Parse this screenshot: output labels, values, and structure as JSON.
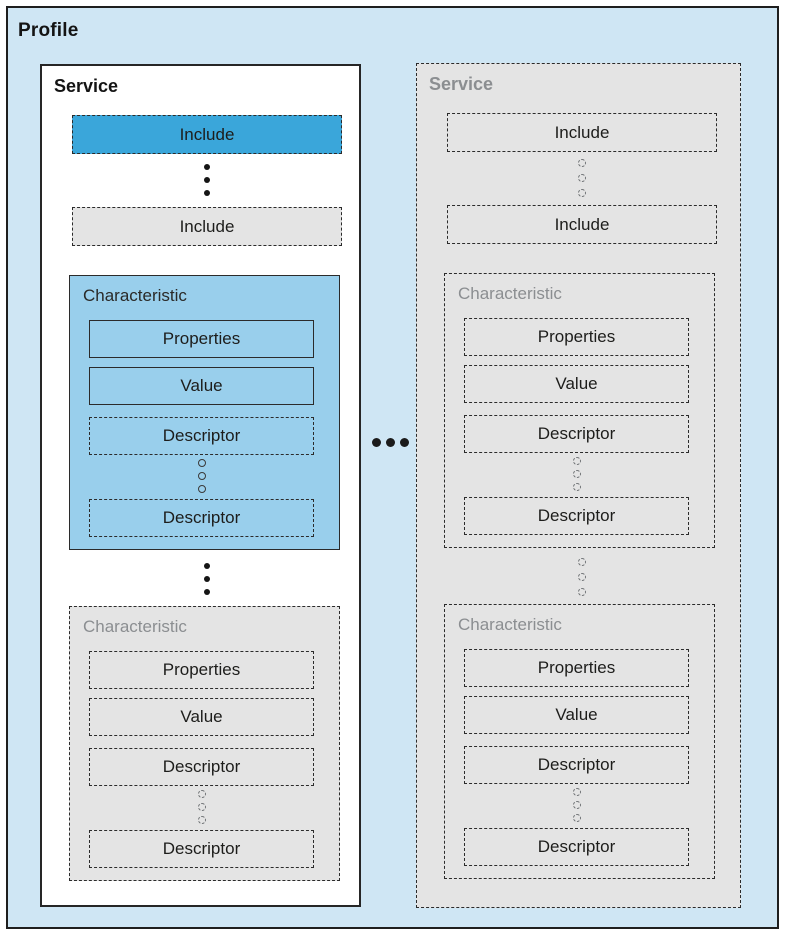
{
  "profile": {
    "label": "Profile"
  },
  "services": [
    {
      "label": "Service",
      "include_first": "Include",
      "include_last": "Include",
      "characteristics": [
        {
          "label": "Characteristic",
          "properties": "Properties",
          "value": "Value",
          "descriptor_first": "Descriptor",
          "descriptor_last": "Descriptor"
        },
        {
          "label": "Characteristic",
          "properties": "Properties",
          "value": "Value",
          "descriptor_first": "Descriptor",
          "descriptor_last": "Descriptor"
        }
      ]
    },
    {
      "label": "Service",
      "include_first": "Include",
      "include_last": "Include",
      "characteristics": [
        {
          "label": "Characteristic",
          "properties": "Properties",
          "value": "Value",
          "descriptor_first": "Descriptor",
          "descriptor_last": "Descriptor"
        },
        {
          "label": "Characteristic",
          "properties": "Properties",
          "value": "Value",
          "descriptor_first": "Descriptor",
          "descriptor_last": "Descriptor"
        }
      ]
    }
  ],
  "colors": {
    "page_background": "#cfe6f4",
    "active_include_fill": "#3aa6da",
    "active_characteristic_fill": "#99cfec",
    "inactive_fill": "#e4e4e4",
    "active_text": "#1d1d1b",
    "inactive_text": "#8b8e91",
    "border": "#2b2b2b"
  }
}
